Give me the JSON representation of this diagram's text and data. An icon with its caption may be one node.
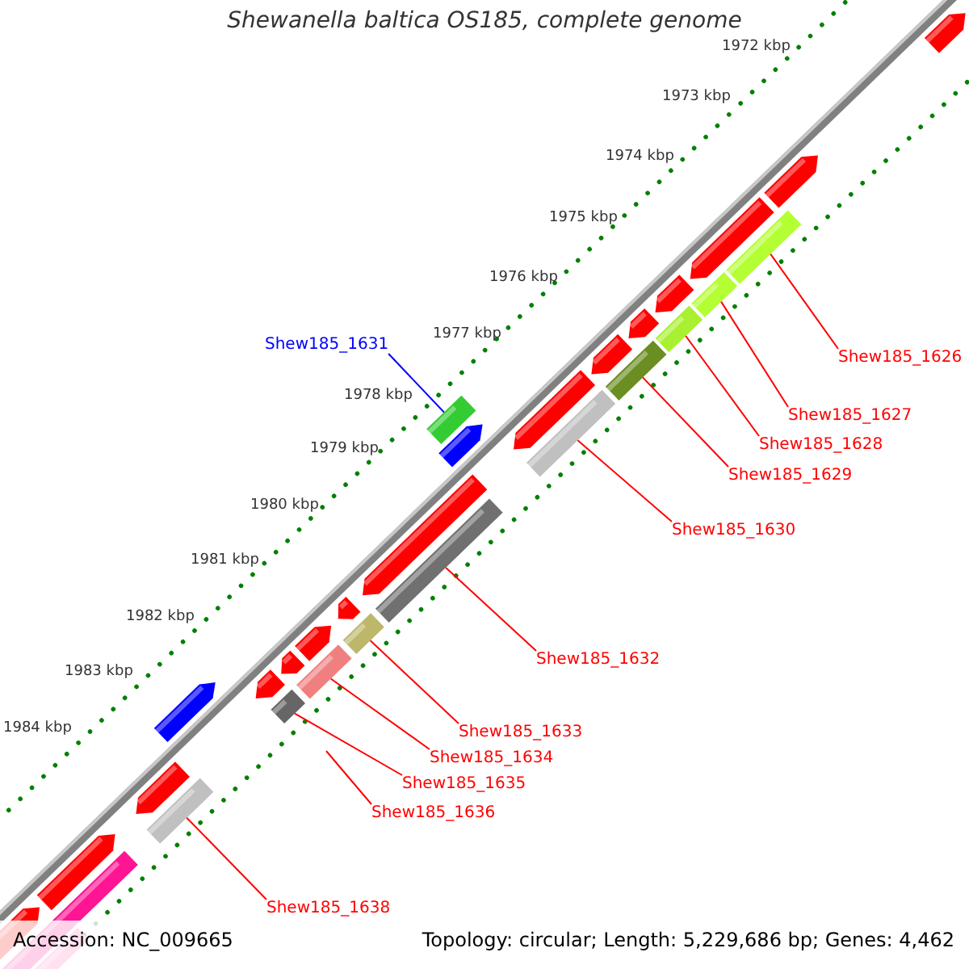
{
  "diagram": {
    "title": "Shewanella baltica OS185, complete genome",
    "nodes": [
      {
        "text": [
          "Shew185_1631"
        ]
      },
      {
        "text": [
          "Shew185_1626"
        ]
      },
      {
        "text": [
          "Shew185_1627"
        ]
      },
      {
        "text": [
          "Shew185_1628"
        ]
      },
      {
        "text": [
          "Shew185_1629"
        ]
      },
      {
        "text": [
          "Shew185_1630"
        ]
      },
      {
        "text": [
          "Shew185_1632"
        ]
      },
      {
        "text": [
          "Shew185_1633"
        ]
      },
      {
        "text": [
          "Shew185_1634"
        ]
      },
      {
        "text": [
          "Shew185_1635"
        ]
      },
      {
        "text": [
          "Shew185_1636"
        ]
      },
      {
        "text": [
          "Shew185_1638"
        ]
      },
      {
        "text": [],
        "shape": "bar"
      },
      {
        "text": [],
        "shape": "bar"
      },
      {
        "text": [],
        "shape": "bar"
      },
      {
        "text": [],
        "shape": "bar"
      },
      {
        "text": [],
        "shape": "bar"
      },
      {
        "text": [],
        "shape": "bar"
      },
      {
        "text": [],
        "shape": "bar"
      },
      {
        "text": [],
        "shape": "bar"
      },
      {
        "text": [],
        "shape": "bar"
      },
      {
        "text": [],
        "shape": "bar"
      },
      {
        "text": [],
        "shape": "bar"
      }
    ],
    "edges": [
      {
        "from": 0,
        "to": 12,
        "arrow": "none",
        "color": "#0000ff"
      },
      {
        "from": 1,
        "to": 13,
        "arrow": "none"
      },
      {
        "from": 2,
        "to": 14,
        "arrow": "none"
      },
      {
        "from": 3,
        "to": 15,
        "arrow": "none"
      },
      {
        "from": 4,
        "to": 16,
        "arrow": "none"
      },
      {
        "from": 5,
        "to": 17,
        "arrow": "none"
      },
      {
        "from": 6,
        "to": 18,
        "arrow": "none"
      },
      {
        "from": 7,
        "to": 19,
        "arrow": "none"
      },
      {
        "from": 8,
        "to": 20,
        "arrow": "none"
      },
      {
        "from": 9,
        "to": 21,
        "arrow": "none"
      },
      {
        "from": 10,
        "to": null,
        "arrow": "none"
      },
      {
        "from": 11,
        "to": 22,
        "arrow": "none"
      }
    ],
    "labels": [
      "1972 kbp",
      "1973 kbp",
      "1974 kbp",
      "1975 kbp",
      "1976 kbp",
      "1977 kbp",
      "1978 kbp",
      "1979 kbp",
      "1980 kbp",
      "1981 kbp",
      "1982 kbp",
      "1983 kbp",
      "1984 kbp",
      "Accession: NC_009665",
      "Topology: circular; Length: 5,229,686 bp; Genes: 4,462"
    ]
  }
}
